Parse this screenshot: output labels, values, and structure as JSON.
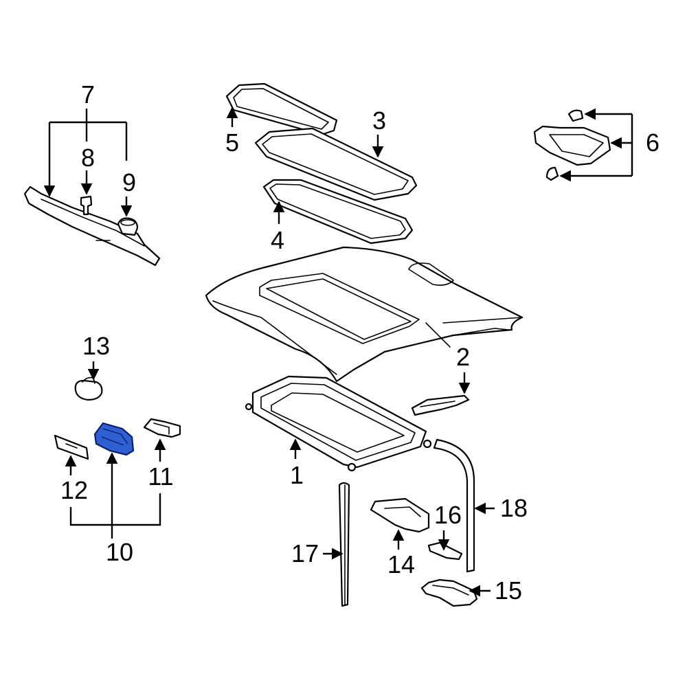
{
  "highlight_color": "#2f5fd0",
  "callouts": {
    "c1": "1",
    "c2": "2",
    "c3": "3",
    "c4": "4",
    "c5": "5",
    "c6": "6",
    "c7": "7",
    "c8": "8",
    "c9": "9",
    "c10": "10",
    "c11": "11",
    "c12": "12",
    "c13": "13",
    "c14": "14",
    "c15": "15",
    "c16": "16",
    "c17": "17",
    "c18": "18"
  },
  "highlighted_part": "10"
}
